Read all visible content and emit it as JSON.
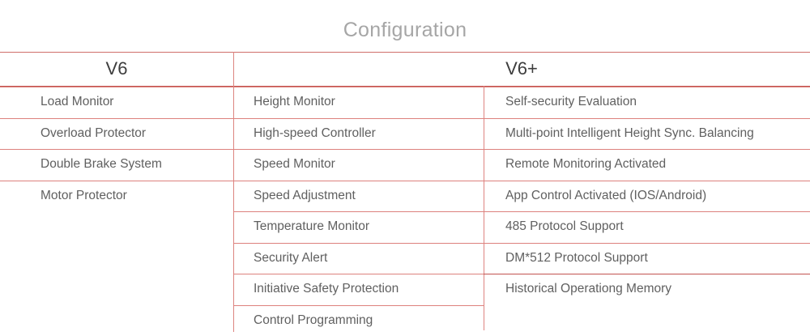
{
  "document": {
    "title": "Configuration"
  },
  "table": {
    "headers": [
      {
        "label": "V6"
      },
      {
        "label": "V6+"
      }
    ],
    "columns": [
      {
        "key": "v6",
        "items": [
          "Load Monitor",
          "Overload Protector",
          "Double Brake System",
          "Motor Protector"
        ]
      },
      {
        "key": "v6plus-a",
        "items": [
          "Height Monitor",
          "High-speed Controller",
          "Speed Monitor",
          "Speed Adjustment",
          "Temperature Monitor",
          "Security Alert",
          "Initiative Safety Protection",
          "Control Programming"
        ]
      },
      {
        "key": "v6plus-b",
        "items": [
          "Self-security Evaluation",
          "Multi-point Intelligent Height Sync. Balancing",
          "Remote Monitoring Activated",
          "App Control Activated (IOS/Android)",
          "485 Protocol Support",
          "DM*512 Protocol Support",
          "Historical Operationg Memory"
        ]
      }
    ]
  },
  "colors": {
    "rule": "#dd817d",
    "rule_strong": "#c25450",
    "text": "#606060",
    "header_text": "#3d3d3d",
    "title_text": "#a6a6a6",
    "background": "#ffffff"
  }
}
